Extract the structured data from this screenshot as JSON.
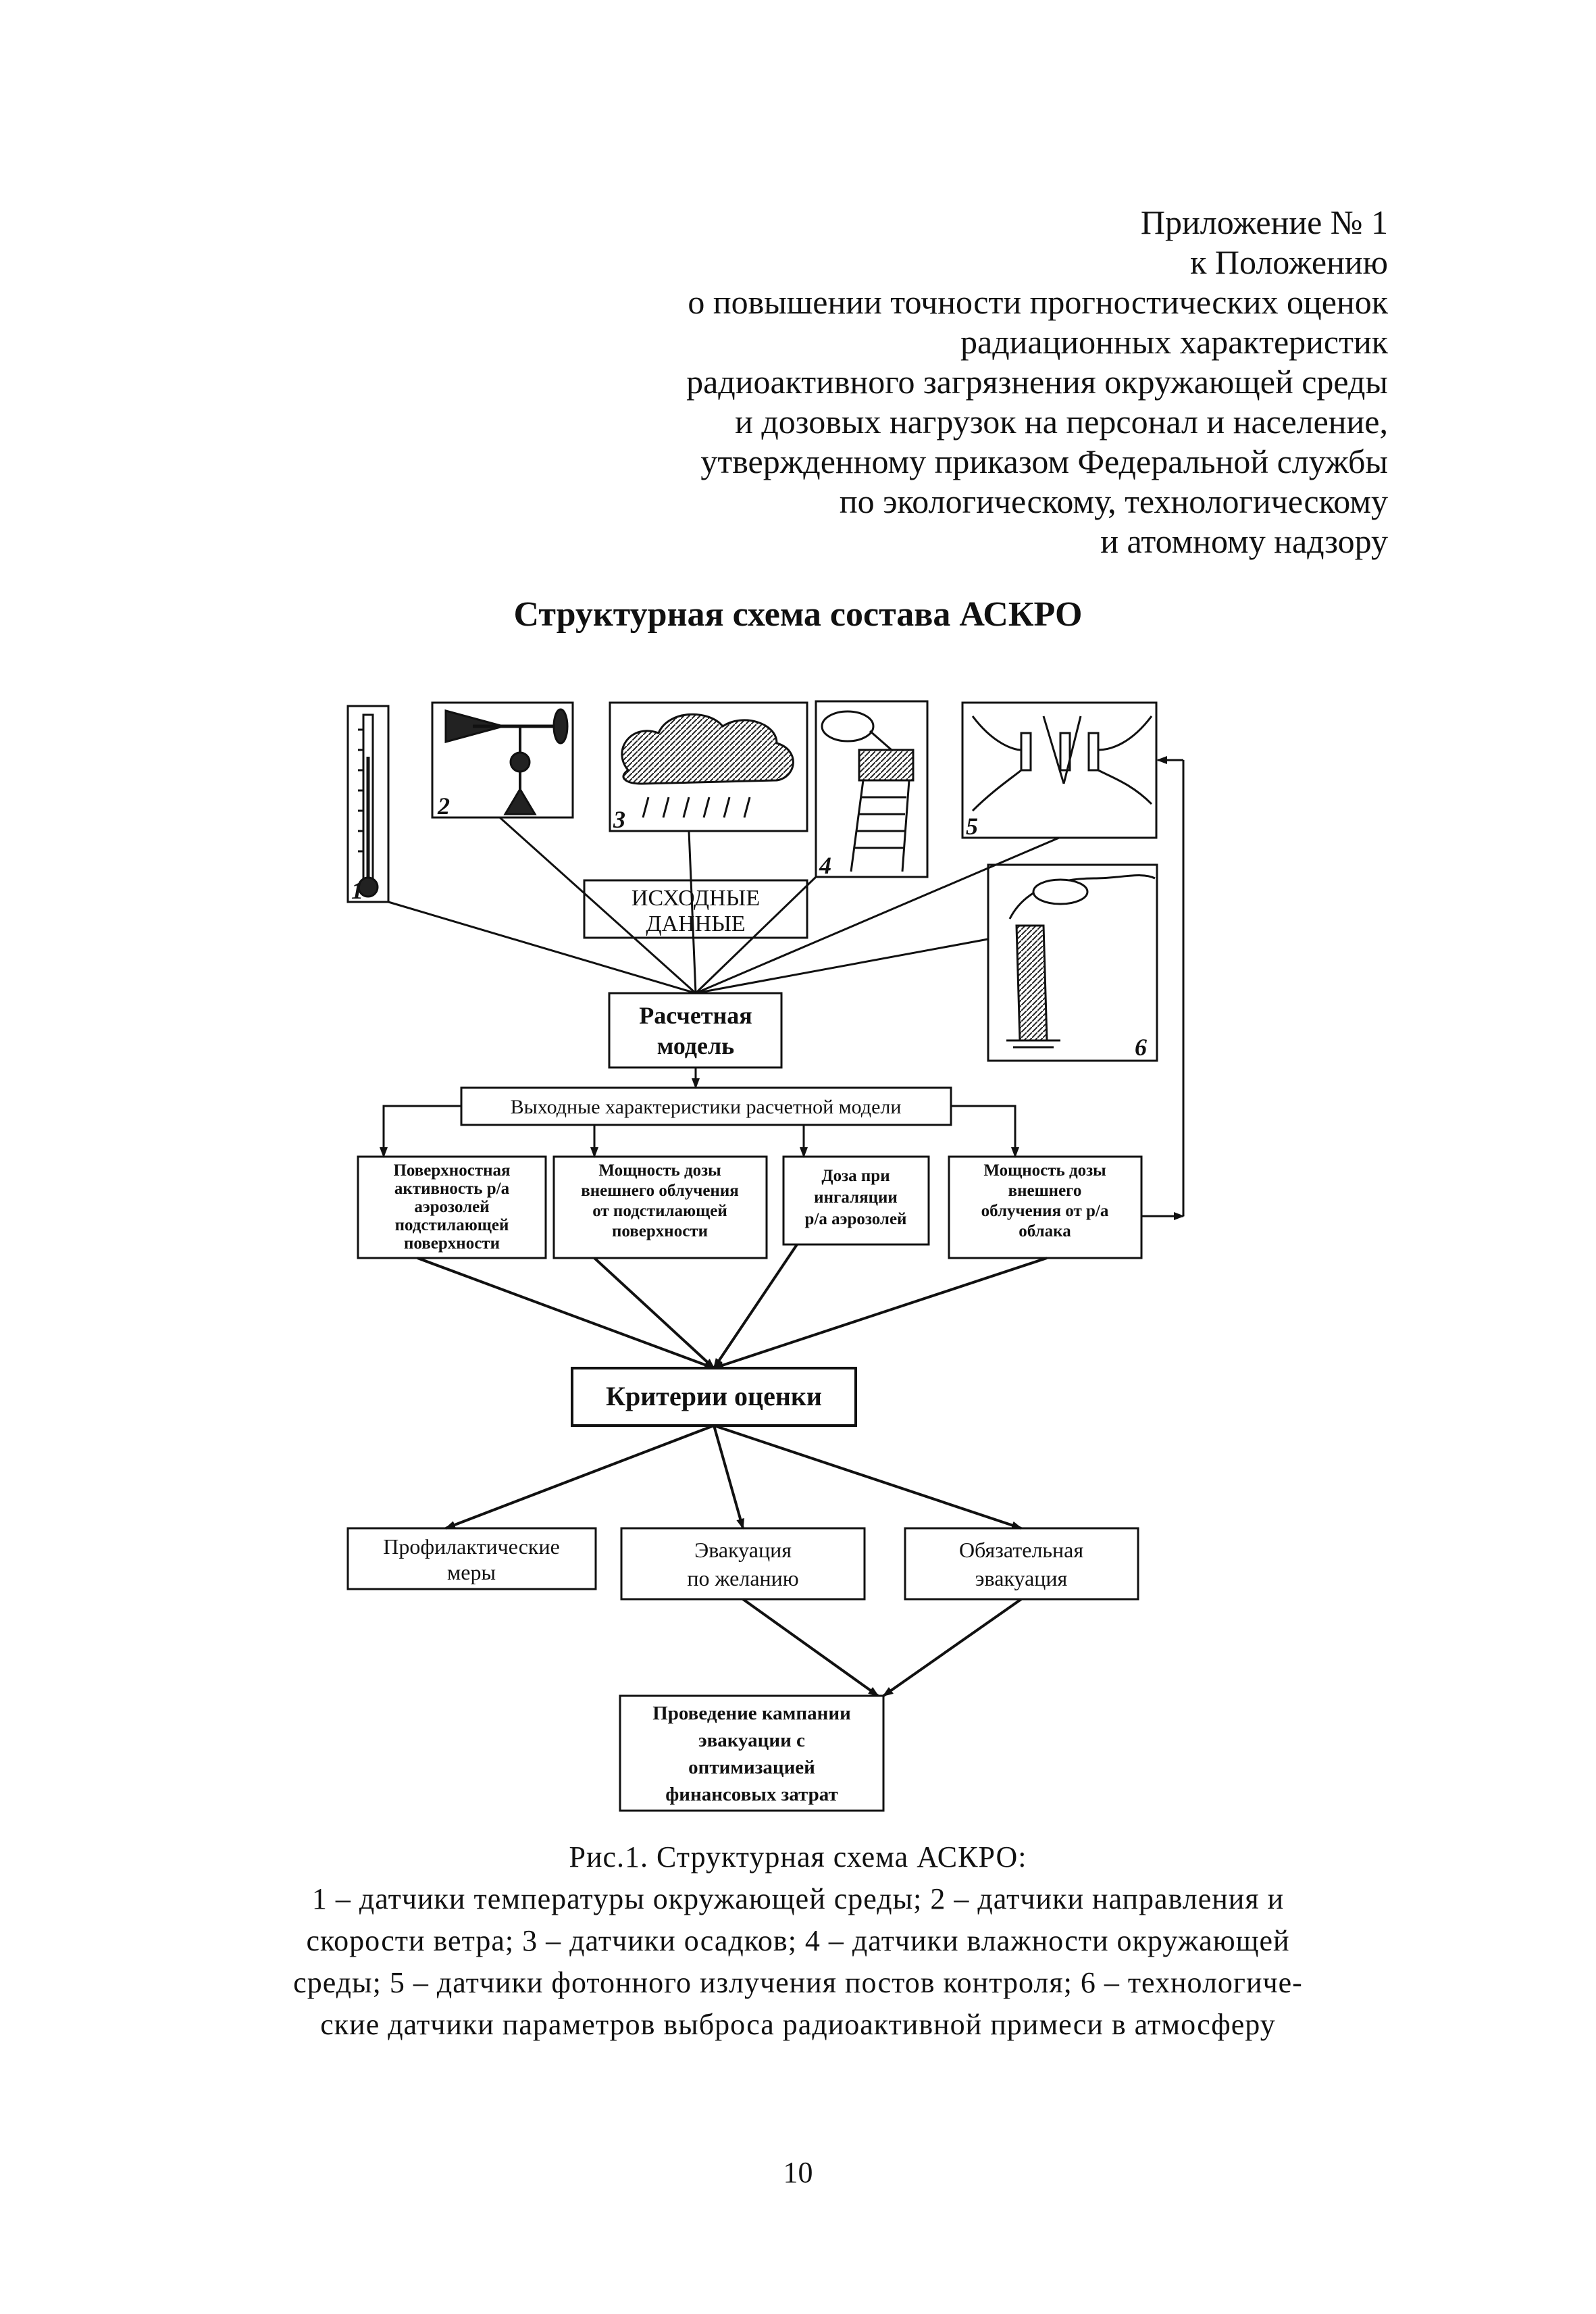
{
  "header": {
    "lines": [
      "Приложение № 1",
      "к Положению",
      "о повышении точности прогностических оценок",
      "радиационных характеристик",
      "радиоактивного загрязнения окружающей среды",
      "и дозовых нагрузок на персонал и население,",
      "утвержденному приказом Федеральной службы",
      "по экологическому, технологическому",
      "и атомному надзору"
    ]
  },
  "title": "Структурная схема состава АСКРО",
  "diagram": {
    "sensor_numbers": [
      "1",
      "2",
      "3",
      "4",
      "5",
      "6"
    ],
    "input_data": [
      "ИСХОДНЫЕ",
      "ДАННЫЕ"
    ],
    "calc_model": [
      "Расчетная",
      "модель"
    ],
    "output_chars": "Выходные характеристики расчетной модели",
    "outputs": {
      "surface": [
        "Поверхностная",
        "активность р/а",
        "аэрозолей",
        "подстилающей",
        "поверхности"
      ],
      "dose_surface": [
        "Мощность дозы",
        "внешнего облучения",
        "от подстилающей",
        "поверхности"
      ],
      "dose_inhal": [
        "Доза при",
        "ингаляции",
        "р/а аэрозолей"
      ],
      "dose_cloud": [
        "Мощность дозы",
        "внешнего",
        "облучения от р/а",
        "облака"
      ]
    },
    "criteria": "Критерии оценки",
    "measures": {
      "prophylactic": [
        "Профилактические",
        "меры"
      ],
      "evac_voluntary": [
        "Эвакуация",
        "по желанию"
      ],
      "evac_mandatory": [
        "Обязательная",
        "эвакуация"
      ]
    },
    "campaign": [
      "Проведение кампании",
      "эвакуации с",
      "оптимизацией",
      "финансовых затрат"
    ]
  },
  "caption": {
    "title": "Рис.1. Структурная схема АСКРО:",
    "lines": [
      "1 – датчики температуры окружающей среды; 2 – датчики направления и",
      "скорости ветра; 3 – датчики осадков; 4 – датчики влажности окружающей",
      "среды; 5 – датчики фотонного излучения постов контроля; 6 – технологиче-",
      "ские датчики параметров выброса радиоактивной примеси в атмосферу"
    ]
  },
  "page_number": "10"
}
